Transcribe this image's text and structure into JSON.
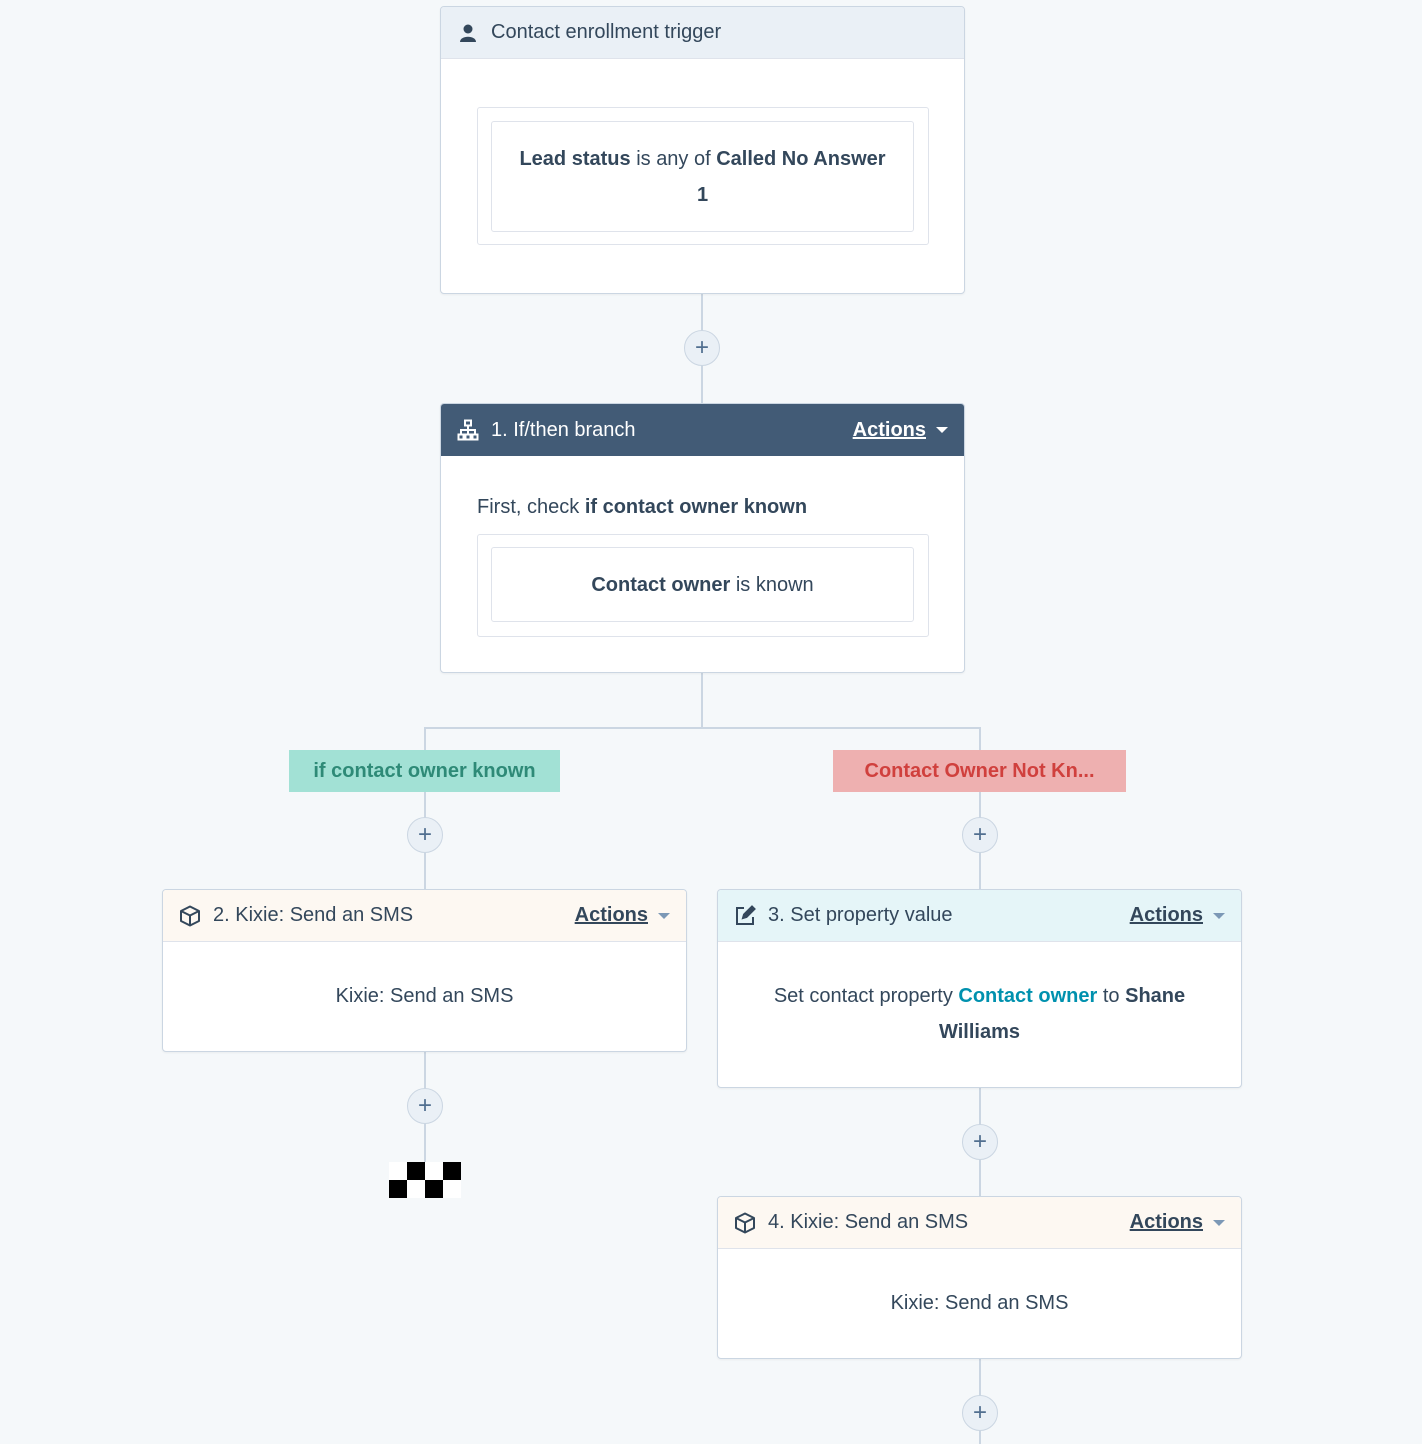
{
  "trigger": {
    "title": "Contact enrollment trigger",
    "icon": "user-icon",
    "filter": {
      "property": "Lead status",
      "operator": "is any of",
      "value": "Called No Answer 1"
    }
  },
  "branch": {
    "title": "1. If/then branch",
    "icon": "branch-icon",
    "actions_label": "Actions",
    "check_prefix": "First, check",
    "check_name": "if contact owner known",
    "filter": {
      "property": "Contact owner",
      "operator": "is known"
    },
    "left_label": "if contact owner known",
    "right_label": "Contact Owner Not Kn..."
  },
  "action2": {
    "title": "2. Kixie: Send an SMS",
    "icon": "cube-icon",
    "actions_label": "Actions",
    "body": "Kixie: Send an SMS"
  },
  "action3": {
    "title": "3. Set property value",
    "icon": "edit-icon",
    "actions_label": "Actions",
    "body_prefix": "Set contact property",
    "property": "Contact owner",
    "body_mid": "to",
    "value": "Shane Williams"
  },
  "action4": {
    "title": "4. Kixie: Send an SMS",
    "icon": "cube-icon",
    "actions_label": "Actions",
    "body": "Kixie: Send an SMS"
  },
  "add_symbol": "+",
  "colors": {
    "trigger_header": "#eaf0f6",
    "branch_header": "#425b76",
    "kixie_header": "#fdf8f2",
    "property_header": "#e5f5f8",
    "left_label_bg": "#a2e1d5",
    "left_label_text": "#2e8a77",
    "right_label_bg": "#eeb0b0",
    "right_label_text": "#d0403d"
  }
}
